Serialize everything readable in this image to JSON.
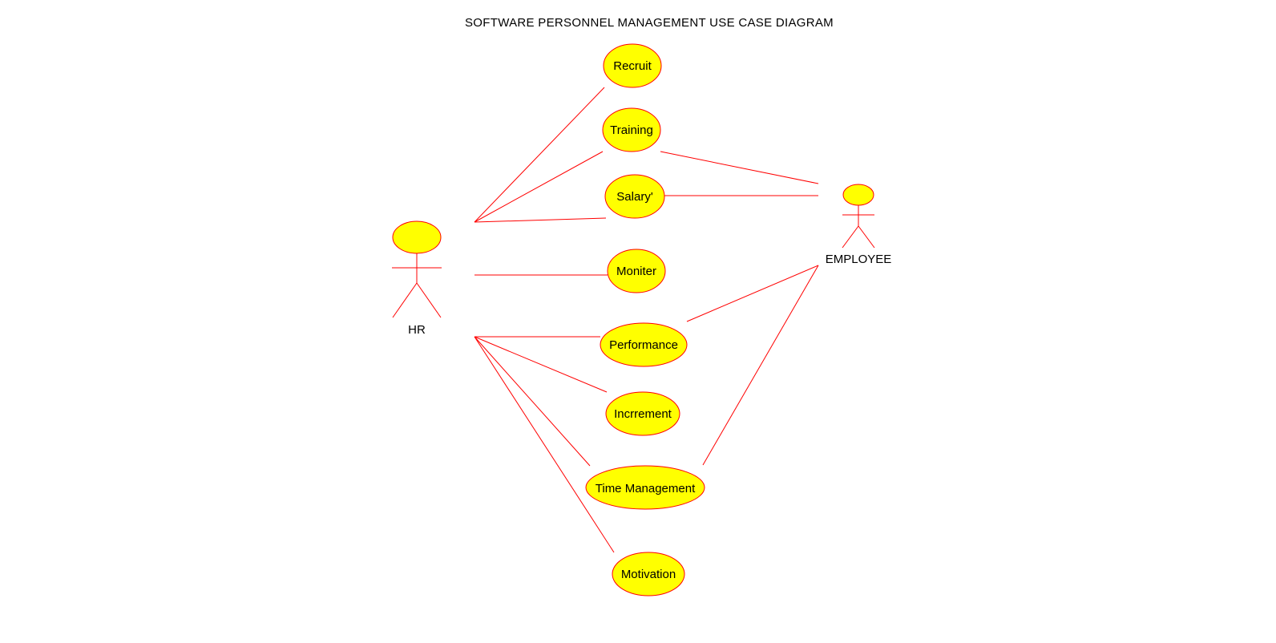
{
  "title": "SOFTWARE PERSONNEL MANAGEMENT USE CASE DIAGRAM",
  "colors": {
    "fill": "#ffff00",
    "stroke": "#ff0000",
    "text": "#000000",
    "background": "#ffffff"
  },
  "actors": {
    "hr": {
      "label": "HR"
    },
    "employee": {
      "label": "EMPLOYEE"
    }
  },
  "use_cases": {
    "recruit": "Recruit",
    "training": "Training",
    "salary": "Salary'",
    "moniter": "Moniter",
    "performance": "Performance",
    "increment": "Incrrement",
    "time_management": "Time Management",
    "motivation": "Motivation"
  },
  "associations": [
    {
      "actor": "HR",
      "use_case": "Recruit"
    },
    {
      "actor": "HR",
      "use_case": "Training"
    },
    {
      "actor": "HR",
      "use_case": "Salary'"
    },
    {
      "actor": "HR",
      "use_case": "Moniter"
    },
    {
      "actor": "HR",
      "use_case": "Performance"
    },
    {
      "actor": "HR",
      "use_case": "Incrrement"
    },
    {
      "actor": "HR",
      "use_case": "Time Management"
    },
    {
      "actor": "HR",
      "use_case": "Motivation"
    },
    {
      "actor": "EMPLOYEE",
      "use_case": "Training"
    },
    {
      "actor": "EMPLOYEE",
      "use_case": "Salary'"
    },
    {
      "actor": "EMPLOYEE",
      "use_case": "Performance"
    },
    {
      "actor": "EMPLOYEE",
      "use_case": "Time Management"
    }
  ]
}
